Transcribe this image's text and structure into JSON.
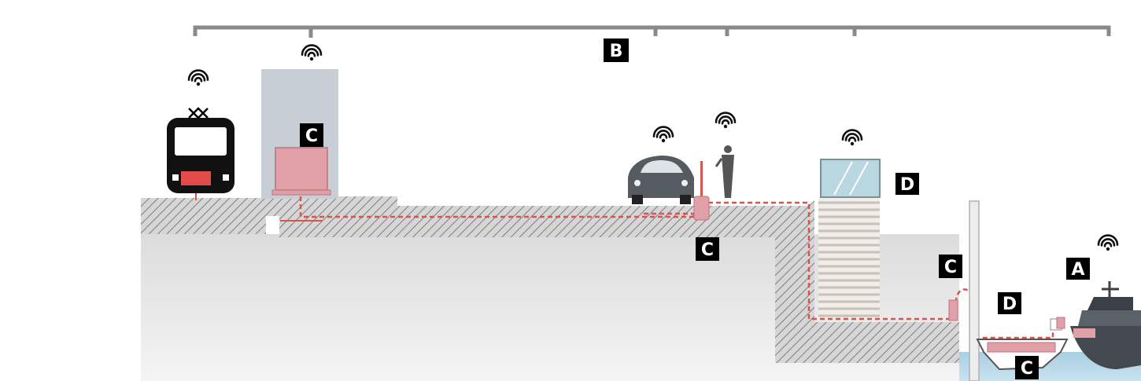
{
  "labels": {
    "b_top": "B",
    "c_building": "C",
    "c_charger": "C",
    "c_pier": "C",
    "c_pontoon": "C",
    "d_stairs": "D",
    "d_pontoon": "D",
    "a_ship": "A"
  },
  "icons": {
    "wifi": "wifi-icon",
    "train": "tram-icon",
    "car": "car-icon",
    "person": "person-with-phone-icon",
    "ship": "ship-icon"
  },
  "colors": {
    "bracket": "#8a8a8a",
    "label_bg": "#000000",
    "ground_top": "#c9c9c9",
    "ground_fill": "#e6e6e6",
    "building": "#c7ced5",
    "equipment": "#e0a0a8",
    "cable": "#d9534f",
    "water": "#a9cfe3",
    "glass": "#b8d7e0"
  }
}
